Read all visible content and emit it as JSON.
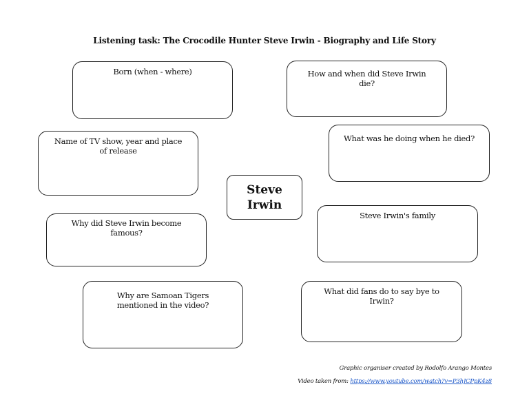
{
  "title": "Listening task: The Crocodile Hunter Steve Irwin - Biography and Life Story",
  "center": "Steve Irwin",
  "boxes": {
    "born": "Born (when - where)",
    "tv_show": "Name of TV show, year and place of release",
    "famous": "Why did Steve Irwin become famous?",
    "samoan": "Why are Samoan Tigers mentioned in the video?",
    "die": "How and when did Steve Irwin die?",
    "doing": "What was he doing when he died?",
    "family": "Steve Irwin's family",
    "fans": "What did fans do to say bye to Irwin?"
  },
  "credits": {
    "created_by": "Graphic organiser created by Rodolfo Arango Montes",
    "video_label": "Video taken from:",
    "video_url": "https://www.youtube.com/watch?v=P3hJCPpK4z8"
  }
}
